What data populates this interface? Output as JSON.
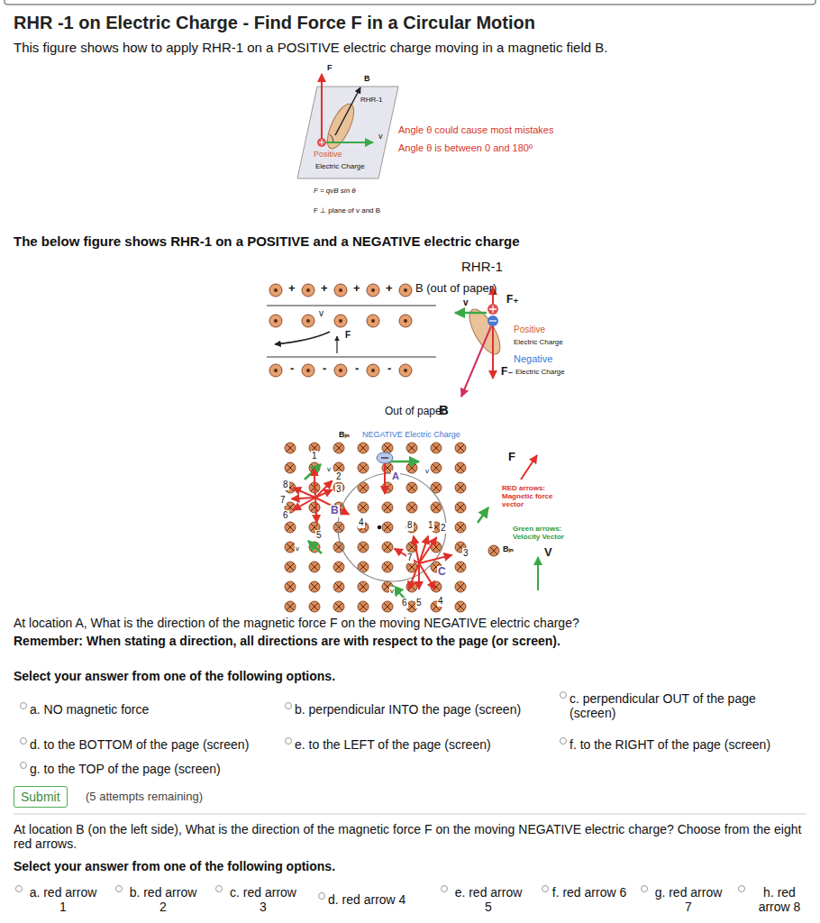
{
  "diagram": {
    "title": "RHR -1 on Electric Charge - Find Force F in a Circular Motion",
    "nodes": [
      {
        "text": [
          "Submit"
        ]
      }
    ],
    "labels": [
      "This figure shows how to apply RHR-1 on a POSITIVE electric charge moving in a magnetic field B.",
      "F",
      "B",
      "RHR-1",
      "v",
      "Positive",
      "Electric Charge",
      "Angle θ could cause most mistakes",
      "Angle θ is between 0 and 180º",
      "F = qvB sin θ",
      "F ⊥ plane of v and B",
      "The below figure shows RHR-1 on a POSITIVE and a NEGATIVE electric charge",
      "+",
      "+",
      "+",
      "+",
      "B (out of paper)",
      "v",
      "F",
      "-",
      "-",
      "-",
      "-",
      "RHR-1",
      "v",
      "F₊",
      "Positive",
      "Electric Charge",
      "Negative",
      "F₋",
      "Electric Charge",
      "Out of paper",
      "B",
      "Bᵢₙ",
      "NEGATIVE Electric Charge",
      "1",
      "v",
      "A",
      "v",
      "2",
      "3",
      "8",
      "7",
      "6",
      "B",
      "4",
      "5",
      "v",
      "8",
      "1",
      "2",
      "3",
      "7",
      "C",
      "v",
      "6",
      "5",
      "4",
      "F",
      "Bᵢₙ",
      "V",
      "At location A, What is the direction of the magnetic force F on the moving NEGATIVE electric charge?",
      "Remember: When stating a direction, all directions are with respect to the page (or screen).",
      "Select your answer from one of the following options.",
      "a. NO magnetic force",
      "b. perpendicular INTO the page (screen)",
      "c. perpendicular OUT of the page (screen)",
      "d. to the BOTTOM of the page (screen)",
      "e. to the LEFT of the page (screen)",
      "f. to the RIGHT of the page (screen)",
      "g. to the TOP of the page (screen)",
      "(5 attempts remaining)",
      "At location B (on the left side), What is the direction of the magnetic force F on the moving NEGATIVE electric charge? Choose from the eight red arrows.",
      "Select your answer from one of the following options.",
      "a. red arrow 1",
      "b. red arrow 2",
      "c. red arrow 3",
      "d. red arrow 4",
      "e. red arrow 5",
      "f. red arrow 6",
      "g. red arrow 7",
      "h. red arrow 8"
    ],
    "legend": [
      {
        "text": "RED arrows: Magnetic force vector"
      },
      {
        "text": "Green arrows: Velocity Vector"
      }
    ]
  }
}
